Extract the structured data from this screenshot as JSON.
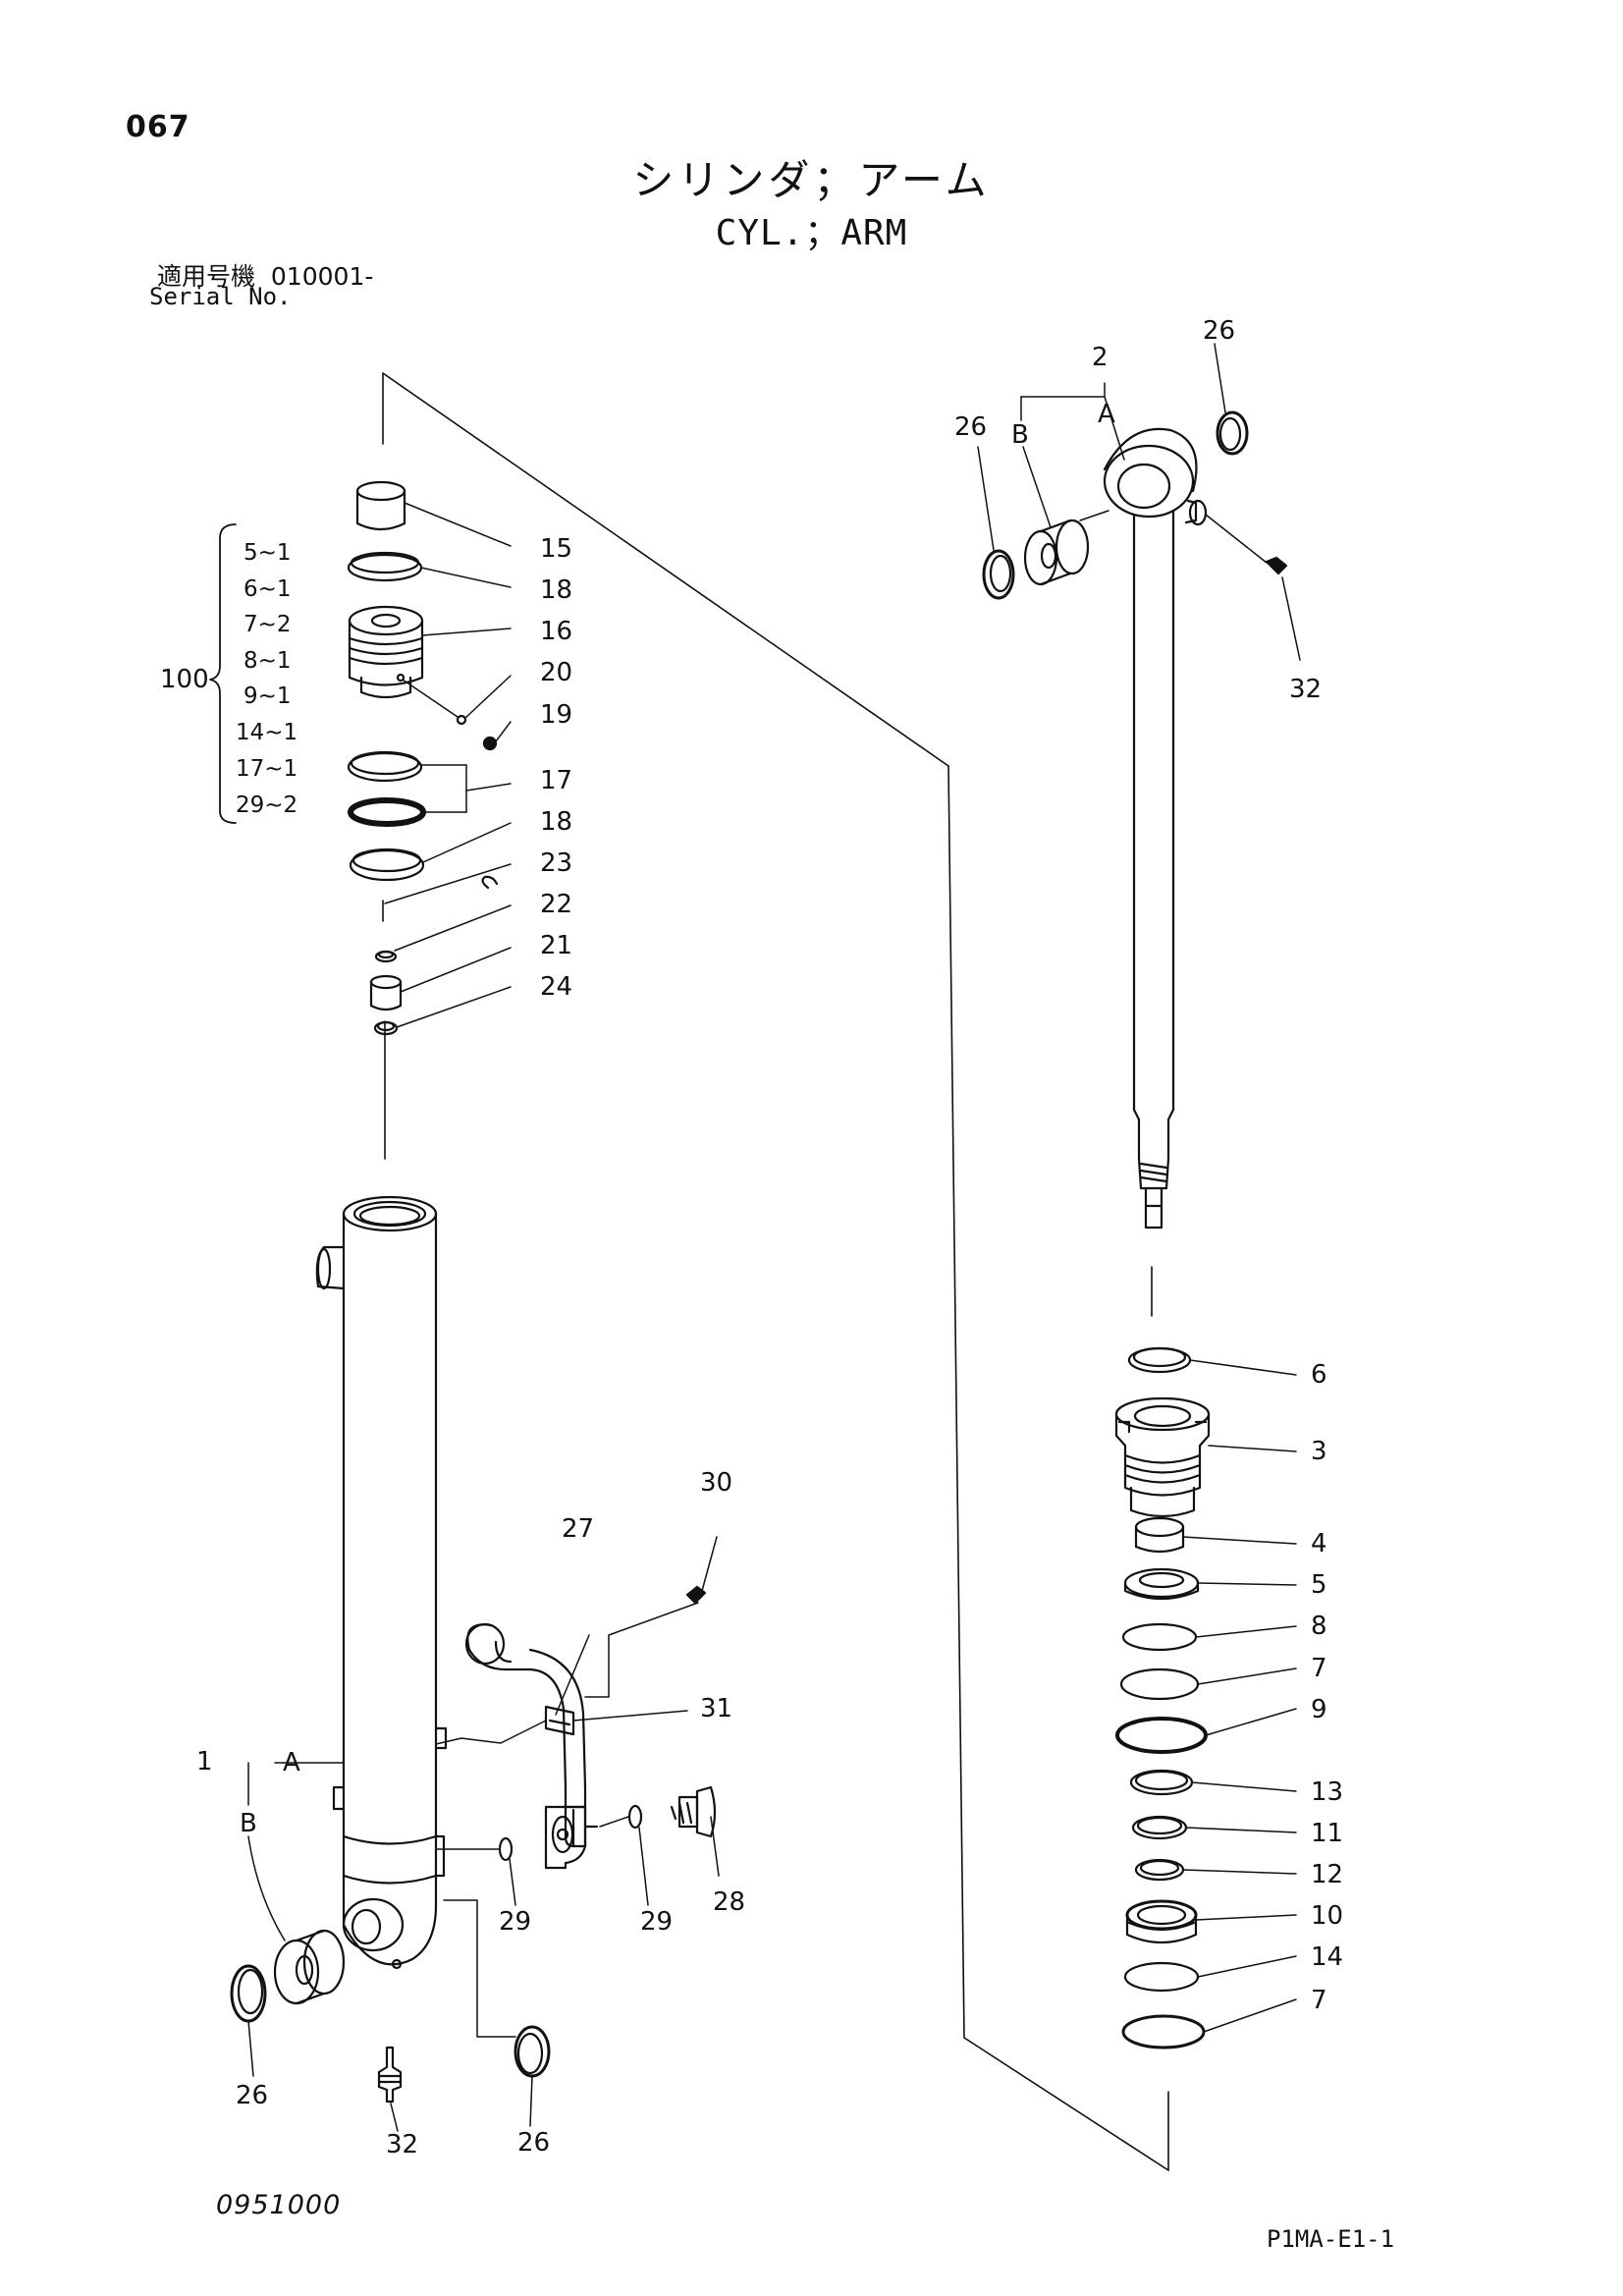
{
  "page_number": "067",
  "title_jp": "シリンダ；アーム",
  "title_en": "CYL.；ARM",
  "serial_label_jp": "適用号機",
  "serial_value": "010001-",
  "serial_label_en": "Serial No.",
  "footer_code_left": "0951000",
  "footer_code_right": "P1MA-E1-1",
  "kit": {
    "number": "100",
    "items": [
      "5~1",
      "6~1",
      "7~2",
      "8~1",
      "9~1",
      "14~1",
      "17~1",
      "29~2"
    ]
  },
  "assembly_labels": {
    "a": "A",
    "b": "B",
    "rod_group": "2",
    "tube_group": "1"
  },
  "part_labels": {
    "p15": "15",
    "p18a": "18",
    "p16": "16",
    "p20": "20",
    "p19": "19",
    "p17": "17",
    "p18b": "18",
    "p23": "23",
    "p22": "22",
    "p21": "21",
    "p24": "24",
    "p26_tr": "26",
    "p26_tl": "26",
    "p32_r": "32",
    "p6": "6",
    "p3": "3",
    "p4": "4",
    "p5": "5",
    "p8": "8",
    "p7a": "7",
    "p9": "9",
    "p13": "13",
    "p11": "11",
    "p12": "12",
    "p10": "10",
    "p14": "14",
    "p7b": "7",
    "p30": "30",
    "p27": "27",
    "p31": "31",
    "p29a": "29",
    "p29b": "29",
    "p28": "28",
    "p26_bl": "26",
    "p32_b": "32",
    "p26_br": "26"
  }
}
